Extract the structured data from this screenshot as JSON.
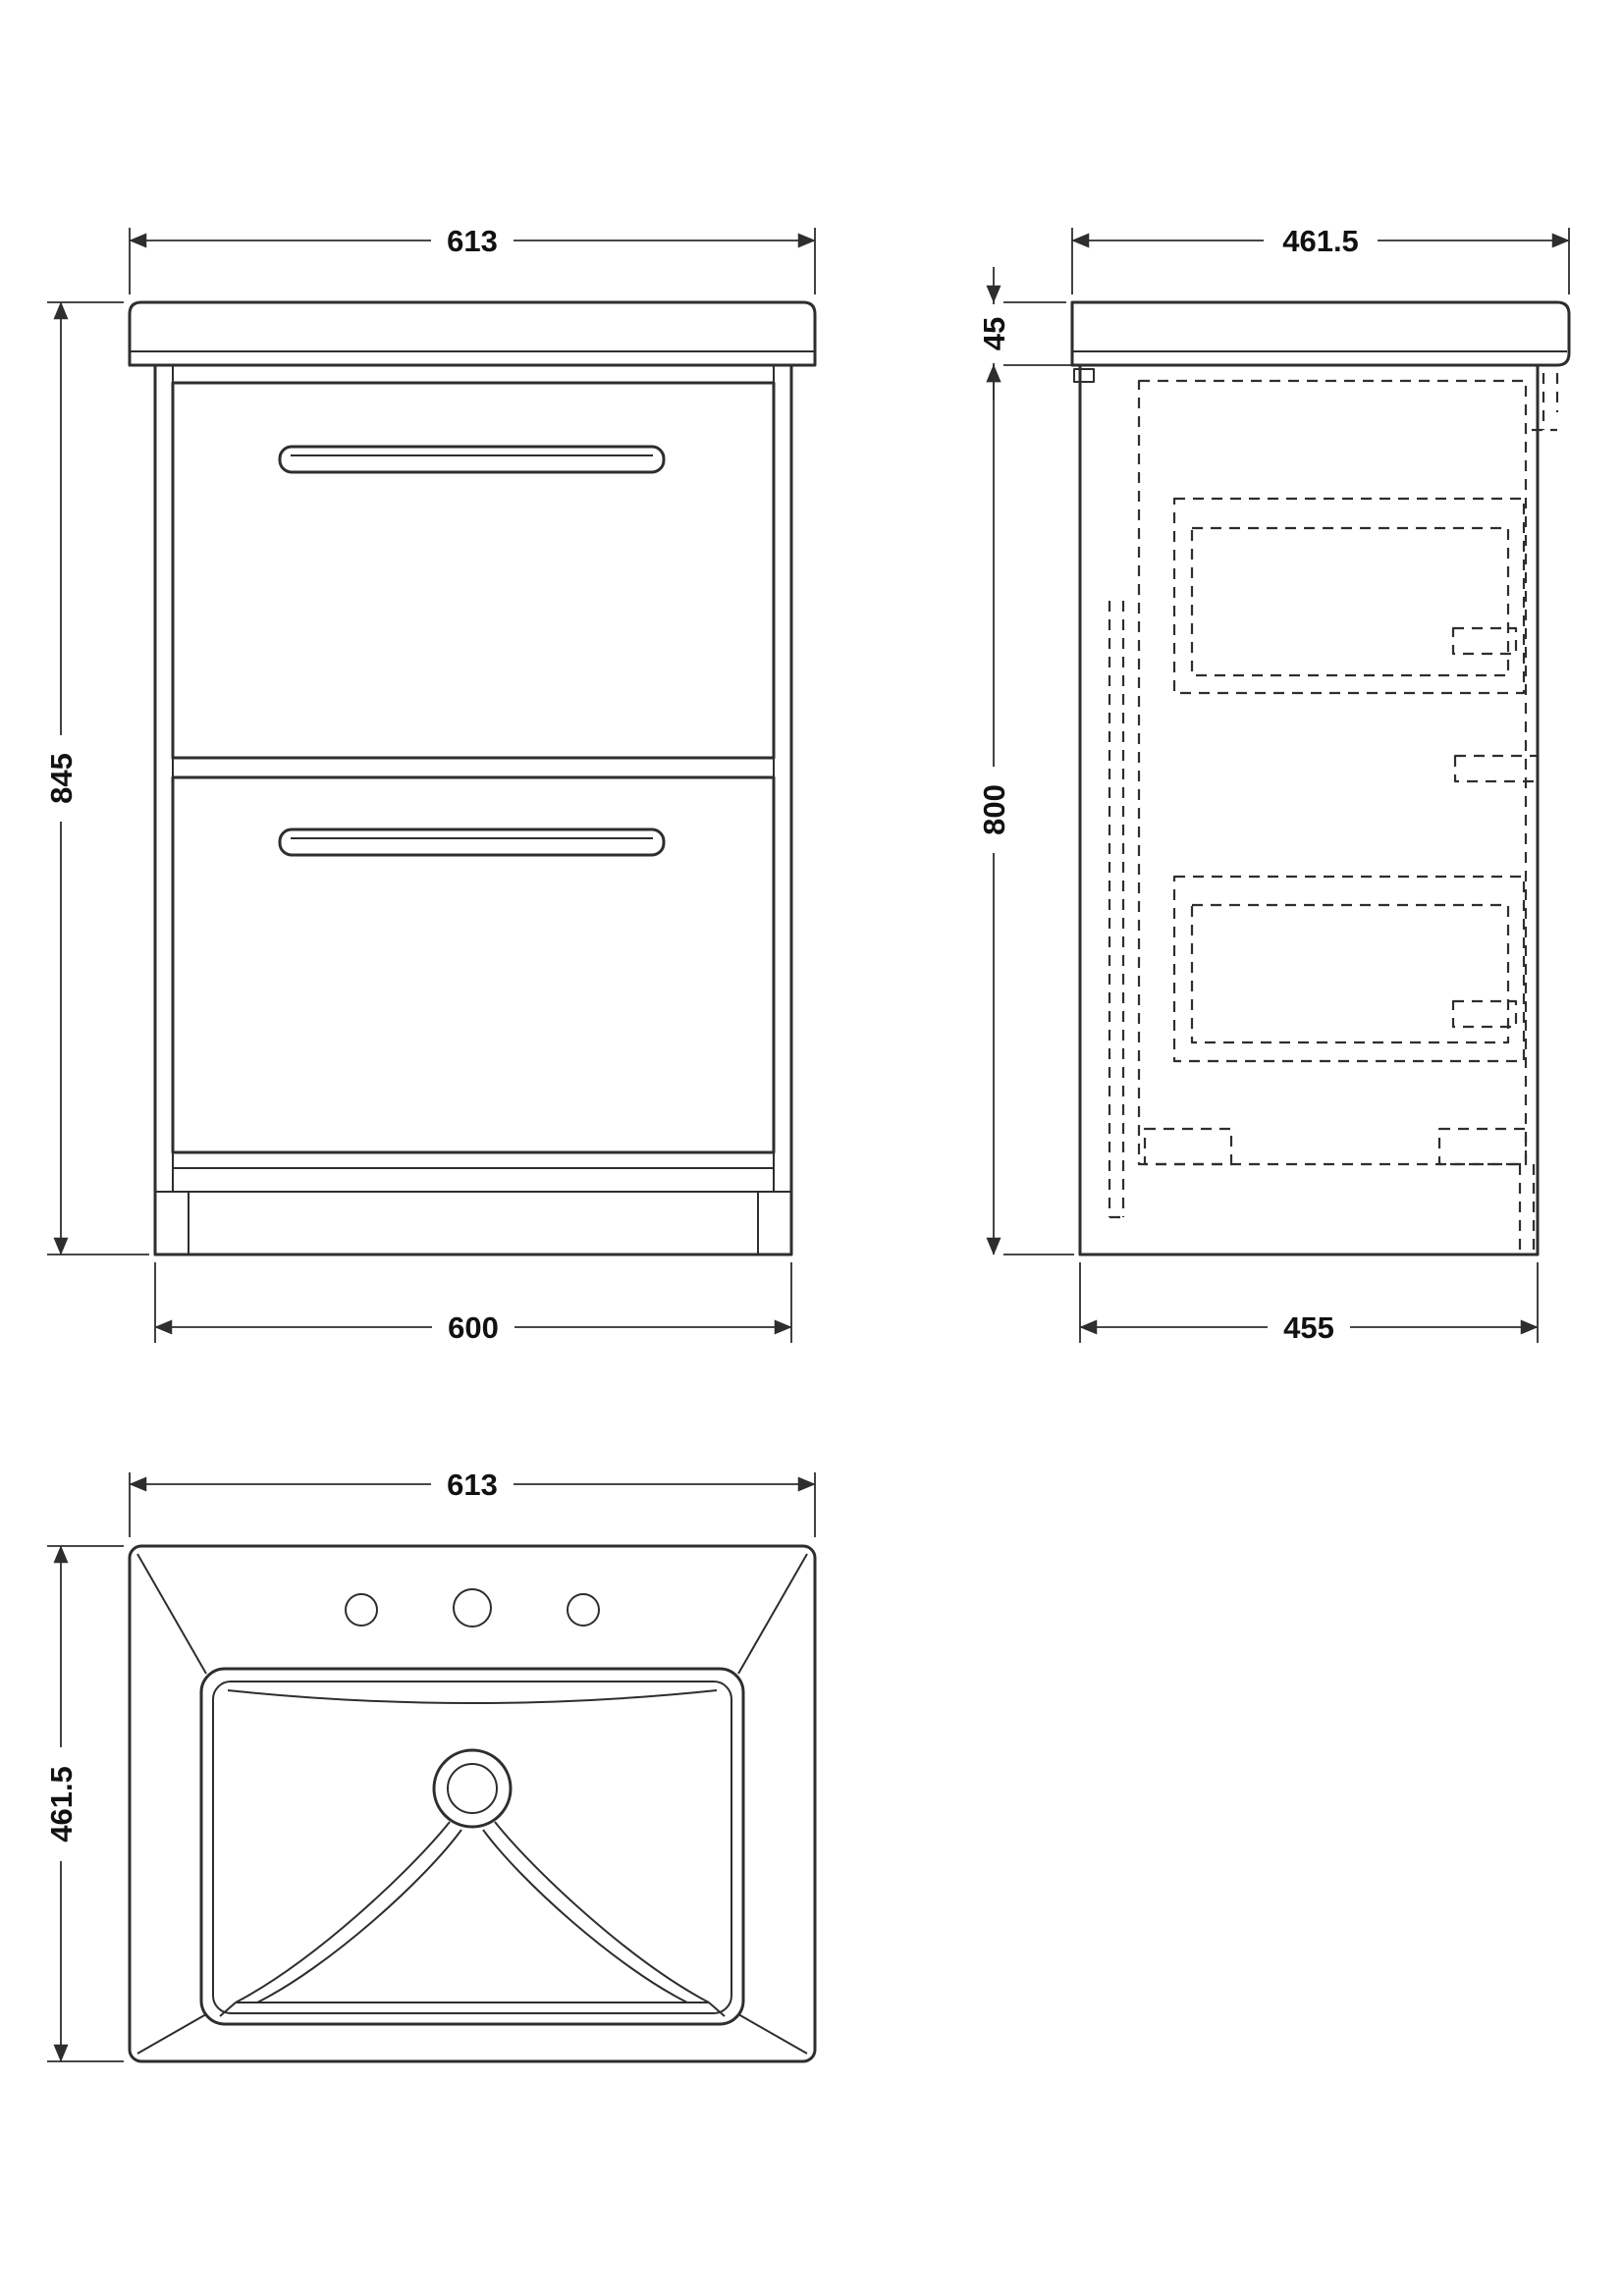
{
  "drawing": {
    "front": {
      "top_width": "613",
      "height": "845",
      "bottom_width": "600"
    },
    "side": {
      "top_depth": "461.5",
      "worktop_thickness": "45",
      "cabinet_height": "800",
      "bottom_depth": "455"
    },
    "plan": {
      "width": "613",
      "depth": "461.5"
    }
  }
}
